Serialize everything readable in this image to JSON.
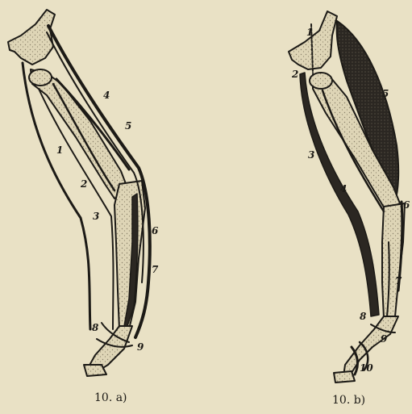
{
  "figure_a": {
    "labels": [
      "1",
      "2",
      "3",
      "4",
      "5",
      "6",
      "7",
      "8",
      "9"
    ],
    "caption": "10. a)"
  },
  "figure_b": {
    "labels": [
      "1",
      "2",
      "3",
      "4",
      "5",
      "6",
      "7",
      "8",
      "9",
      "10"
    ],
    "caption": "10. b)"
  }
}
